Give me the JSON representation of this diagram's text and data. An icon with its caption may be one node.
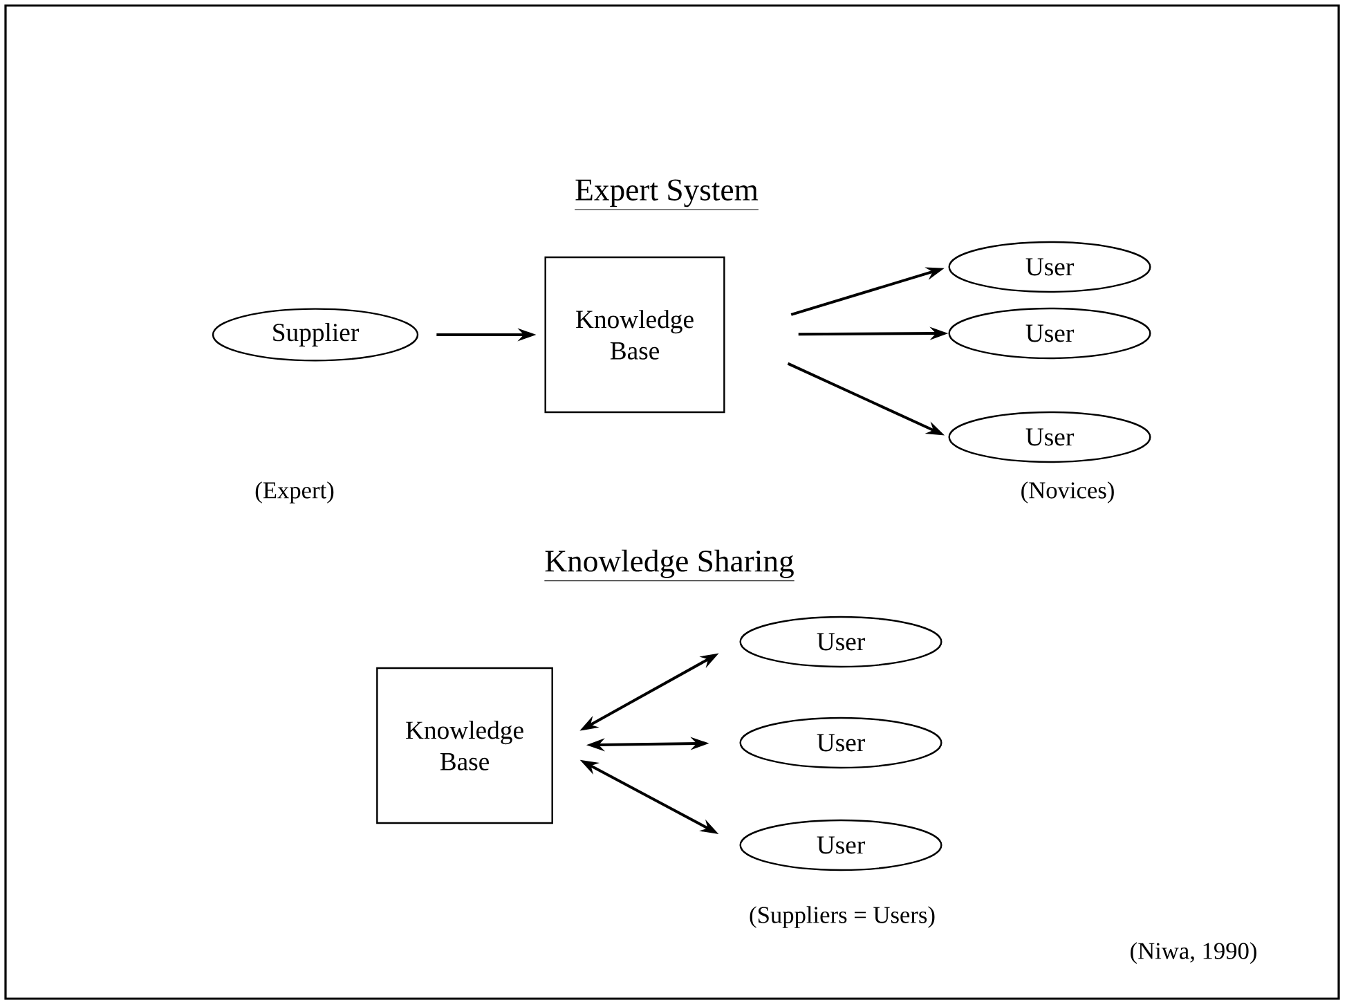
{
  "diagram": {
    "nodes": [
      {
        "text": [
          "Supplier"
        ]
      },
      {
        "text": [
          "Knowledge Base"
        ]
      },
      {
        "text": [
          "User"
        ]
      },
      {
        "text": [
          "User"
        ]
      },
      {
        "text": [
          "User"
        ]
      },
      {
        "text": [
          "Knowledge Base"
        ]
      },
      {
        "text": [
          "User"
        ]
      },
      {
        "text": [
          "User"
        ]
      },
      {
        "text": [
          "User"
        ]
      }
    ],
    "edges": [
      {
        "from": 0,
        "to": 1,
        "arrow": "to"
      },
      {
        "from": 1,
        "to": 2,
        "arrow": "to"
      },
      {
        "from": 1,
        "to": 3,
        "arrow": "to"
      },
      {
        "from": 1,
        "to": 4,
        "arrow": "to"
      },
      {
        "from": 5,
        "to": 6,
        "arrow": "both"
      },
      {
        "from": 5,
        "to": 7,
        "arrow": "both"
      },
      {
        "from": 5,
        "to": 8,
        "arrow": "both"
      }
    ],
    "labels": [
      "Expert System",
      "(Expert)",
      "(Novices)",
      "Knowledge Sharing",
      "(Suppliers = Users)",
      "(Niwa, 1990)"
    ]
  }
}
